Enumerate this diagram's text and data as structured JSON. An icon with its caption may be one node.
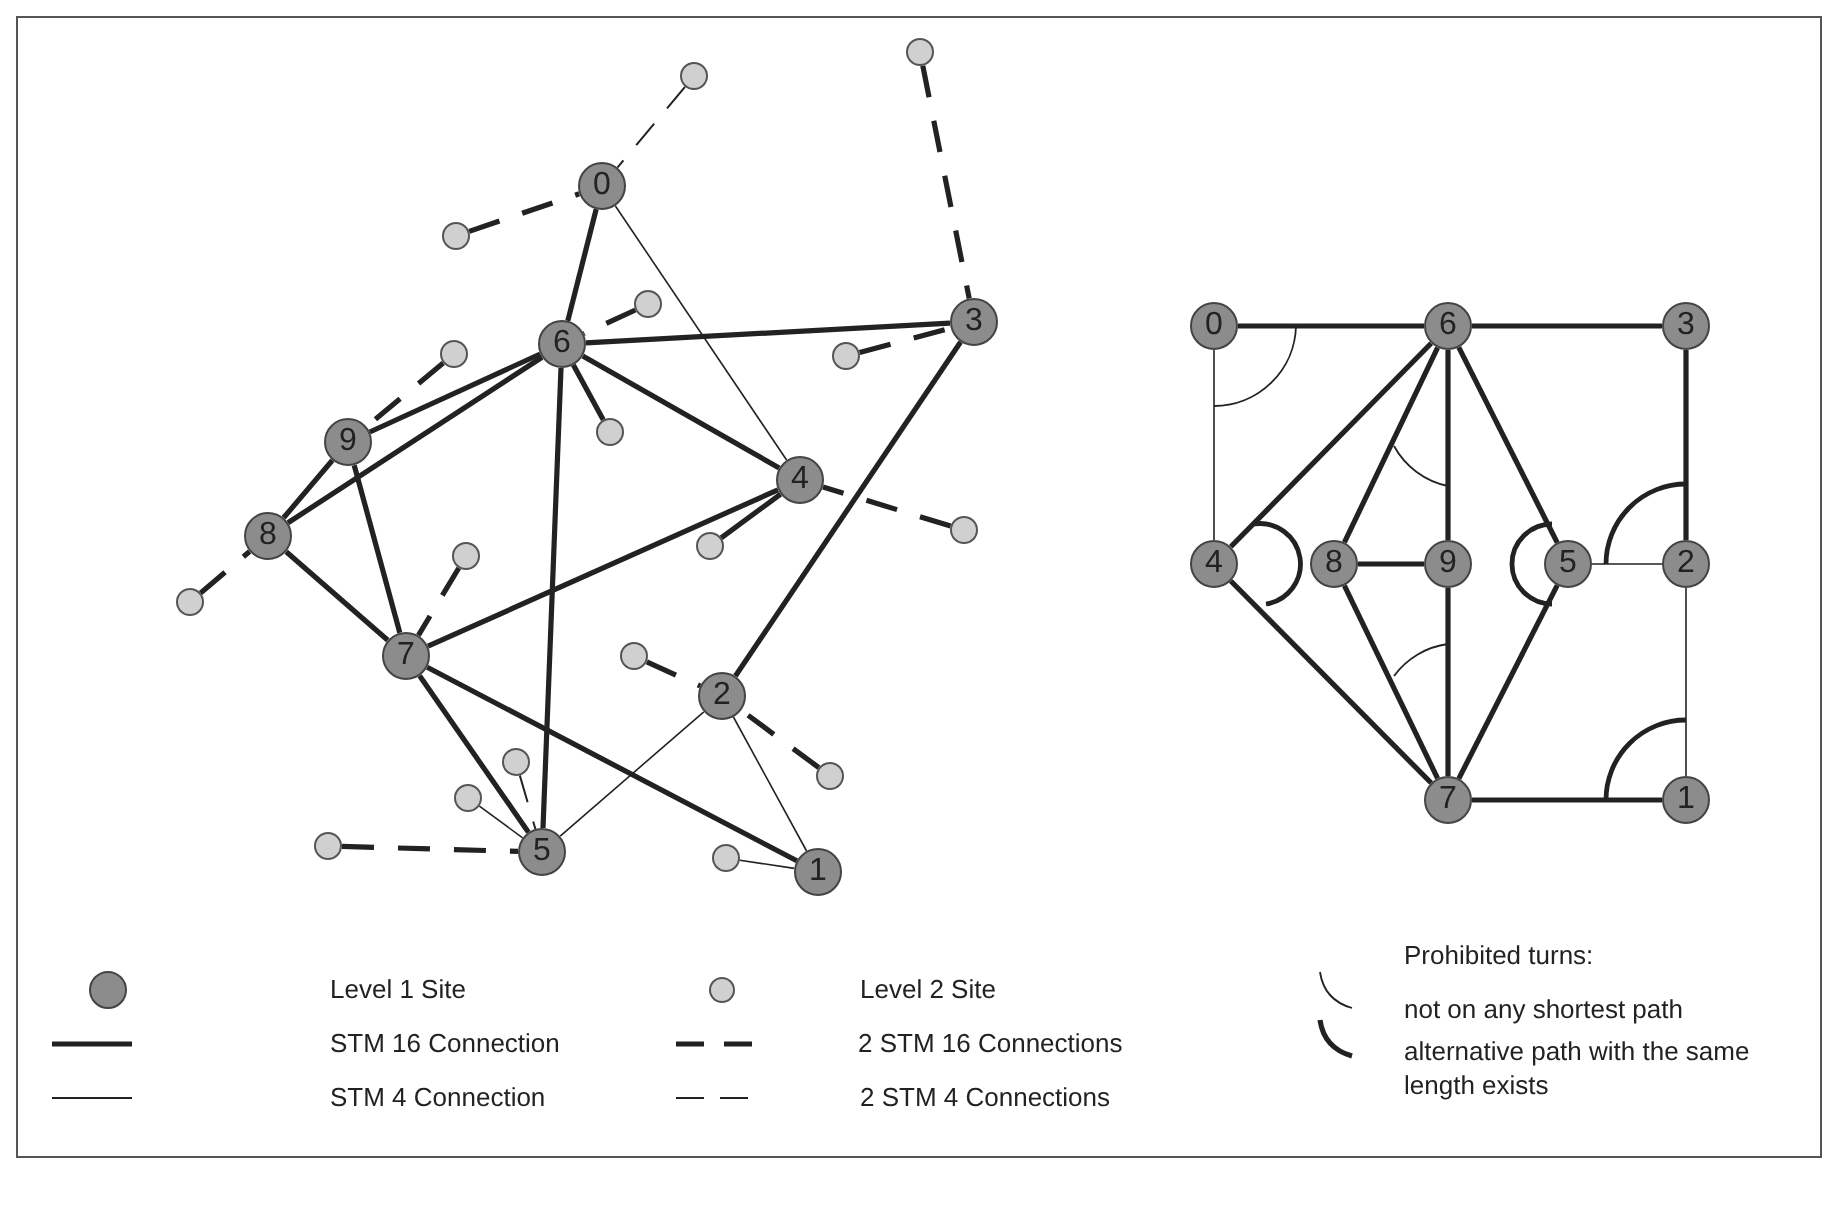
{
  "diagram": {
    "nodes": [
      {
        "text": [
          "0"
        ]
      },
      {
        "text": [
          "1"
        ]
      },
      {
        "text": [
          "2"
        ]
      },
      {
        "text": [
          "3"
        ]
      },
      {
        "text": [
          "4"
        ]
      },
      {
        "text": [
          "5"
        ]
      },
      {
        "text": [
          "6"
        ]
      },
      {
        "text": [
          "7"
        ]
      },
      {
        "text": [
          "8"
        ]
      },
      {
        "text": [
          "9"
        ]
      },
      {
        "text": [],
        "shape": "circle"
      },
      {
        "text": [],
        "shape": "circle"
      },
      {
        "text": [],
        "shape": "circle"
      },
      {
        "text": [],
        "shape": "circle"
      },
      {
        "text": [],
        "shape": "circle"
      },
      {
        "text": [],
        "shape": "circle"
      },
      {
        "text": [],
        "shape": "circle"
      },
      {
        "text": [],
        "shape": "circle"
      },
      {
        "text": [],
        "shape": "circle"
      },
      {
        "text": [],
        "shape": "circle"
      },
      {
        "text": [],
        "shape": "circle"
      },
      {
        "text": [],
        "shape": "circle"
      },
      {
        "text": [],
        "shape": "circle"
      },
      {
        "text": [],
        "shape": "circle"
      },
      {
        "text": [],
        "shape": "circle"
      },
      {
        "text": [],
        "shape": "circle"
      },
      {
        "text": [],
        "shape": "circle"
      },
      {
        "text": [
          "0"
        ]
      },
      {
        "text": [
          "1"
        ]
      },
      {
        "text": [
          "2"
        ]
      },
      {
        "text": [
          "3"
        ]
      },
      {
        "text": [
          "4"
        ]
      },
      {
        "text": [
          "5"
        ]
      },
      {
        "text": [
          "6"
        ]
      },
      {
        "text": [
          "7"
        ]
      },
      {
        "text": [
          "8"
        ]
      },
      {
        "text": [
          "9"
        ]
      }
    ],
    "edges": [
      {
        "from": 0,
        "to": 6,
        "arrow": "none"
      },
      {
        "from": 6,
        "to": 3,
        "arrow": "none"
      },
      {
        "from": 6,
        "to": 9,
        "arrow": "none"
      },
      {
        "from": 6,
        "to": 8,
        "arrow": "none"
      },
      {
        "from": 6,
        "to": 4,
        "arrow": "none"
      },
      {
        "from": 6,
        "to": 5,
        "arrow": "none"
      },
      {
        "from": 9,
        "to": 8,
        "arrow": "none"
      },
      {
        "from": 9,
        "to": 7,
        "arrow": "none"
      },
      {
        "from": 8,
        "to": 7,
        "arrow": "none"
      },
      {
        "from": 7,
        "to": 4,
        "arrow": "none"
      },
      {
        "from": 7,
        "to": 1,
        "arrow": "none"
      },
      {
        "from": 3,
        "to": 2,
        "arrow": "none"
      },
      {
        "from": 7,
        "to": 5,
        "arrow": "none"
      },
      {
        "from": 0,
        "to": 4,
        "arrow": "none"
      },
      {
        "from": 2,
        "to": 5,
        "arrow": "none"
      },
      {
        "from": 2,
        "to": 1,
        "arrow": "none"
      },
      {
        "from": 10,
        "to": 3,
        "arrow": "none",
        "style": "dashed"
      },
      {
        "from": 11,
        "to": 0,
        "arrow": "none",
        "style": "dashed"
      },
      {
        "from": 12,
        "to": 0,
        "arrow": "none",
        "style": "dashed"
      },
      {
        "from": 13,
        "to": 6,
        "arrow": "none",
        "style": "dashed"
      },
      {
        "from": 14,
        "to": 9,
        "arrow": "none",
        "style": "dashed"
      },
      {
        "from": 15,
        "to": 3,
        "arrow": "none",
        "style": "dashed"
      },
      {
        "from": 16,
        "to": 6,
        "arrow": "none"
      },
      {
        "from": 17,
        "to": 4,
        "arrow": "none",
        "style": "dashed"
      },
      {
        "from": 18,
        "to": 4,
        "arrow": "none"
      },
      {
        "from": 19,
        "to": 7,
        "arrow": "none",
        "style": "dashed"
      },
      {
        "from": 20,
        "to": 8,
        "arrow": "none",
        "style": "dashed"
      },
      {
        "from": 21,
        "to": 2,
        "arrow": "none",
        "style": "dashed"
      },
      {
        "from": 22,
        "to": 5,
        "arrow": "none",
        "style": "dashed"
      },
      {
        "from": 23,
        "to": 2,
        "arrow": "none",
        "style": "dashed"
      },
      {
        "from": 24,
        "to": 5,
        "arrow": "none"
      },
      {
        "from": 25,
        "to": 5,
        "arrow": "none",
        "style": "dashed"
      },
      {
        "from": 26,
        "to": 1,
        "arrow": "none"
      },
      {
        "from": 27,
        "to": 33,
        "arrow": "none"
      },
      {
        "from": 33,
        "to": 30,
        "arrow": "none"
      },
      {
        "from": 27,
        "to": 31,
        "arrow": "none"
      },
      {
        "from": 33,
        "to": 31,
        "arrow": "none"
      },
      {
        "from": 33,
        "to": 35,
        "arrow": "none"
      },
      {
        "from": 33,
        "to": 36,
        "arrow": "none"
      },
      {
        "from": 33,
        "to": 32,
        "arrow": "none"
      },
      {
        "from": 30,
        "to": 29,
        "arrow": "none"
      },
      {
        "from": 31,
        "to": 34,
        "arrow": "none"
      },
      {
        "from": 35,
        "to": 36,
        "arrow": "none"
      },
      {
        "from": 35,
        "to": 34,
        "arrow": "none"
      },
      {
        "from": 36,
        "to": 34,
        "arrow": "none"
      },
      {
        "from": 32,
        "to": 34,
        "arrow": "none"
      },
      {
        "from": 32,
        "to": 29,
        "arrow": "none"
      },
      {
        "from": 29,
        "to": 28,
        "arrow": "none"
      },
      {
        "from": 34,
        "to": 28,
        "arrow": "none"
      }
    ],
    "labels": [
      "Prohibited turns:"
    ],
    "legend": [
      {
        "text": "Level 1 Site"
      },
      {
        "text": "STM 16 Connection"
      },
      {
        "text": "STM 4 Connection"
      },
      {
        "text": "Level 2 Site"
      },
      {
        "text": "2 STM 16 Connections"
      },
      {
        "text": "2 STM 4 Connections"
      },
      {
        "text": "not on any shortest path"
      },
      {
        "text": "alternative path with the same length exists"
      }
    ]
  }
}
